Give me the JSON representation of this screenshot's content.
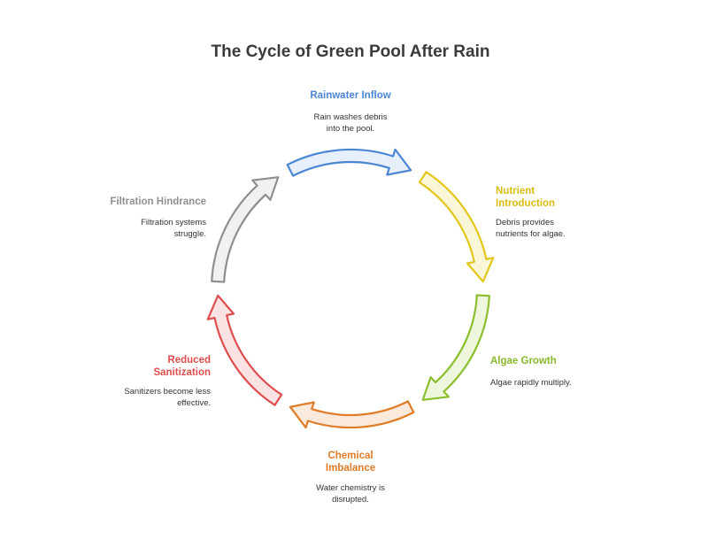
{
  "title": "The Cycle of Green Pool After Rain",
  "steps": [
    {
      "label": "Rainwater Inflow",
      "description": "Rain washes debris into the pool.",
      "color": "#4a86d4",
      "fill": "#e6effa"
    },
    {
      "label": "Nutrient Introduction",
      "description": "Debris provides nutrients for algae.",
      "color": "#e2c61a",
      "fill": "#faf6d8"
    },
    {
      "label": "Algae Growth",
      "description": "Algae rapidly multiply.",
      "color": "#8bbf2e",
      "fill": "#eef6dd"
    },
    {
      "label": "Chemical Imbalance",
      "description": "Water chemistry is disrupted.",
      "color": "#e07b28",
      "fill": "#fbe9dc"
    },
    {
      "label": "Reduced Sanitization",
      "description": "Sanitizers become less effective.",
      "color": "#de4e4e",
      "fill": "#fbe3e3"
    },
    {
      "label": "Filtration Hindrance",
      "description": "Filtration systems struggle.",
      "color": "#8f8f8f",
      "fill": "#f1f1f1"
    }
  ]
}
